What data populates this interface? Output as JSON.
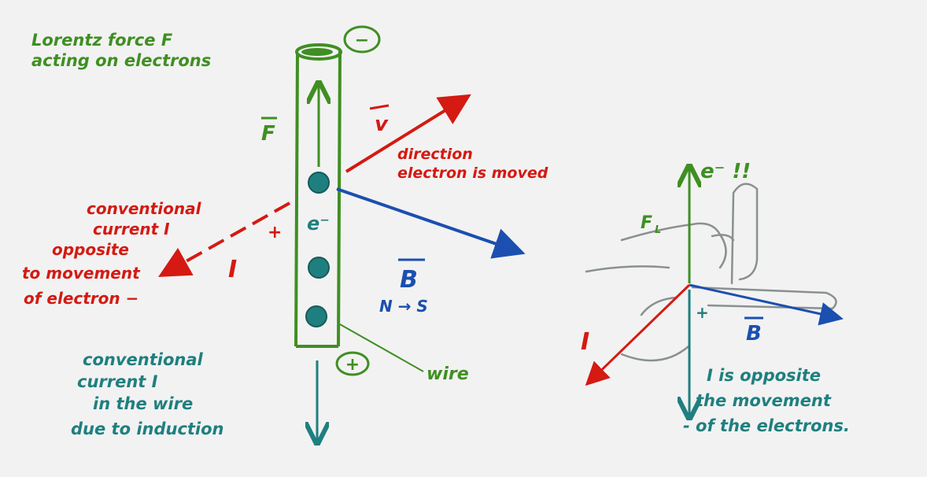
{
  "colors": {
    "green": "#3f8f22",
    "red": "#d41a12",
    "blue": "#1b4fb0",
    "teal": "#1f7f7f",
    "background": "#f2f2f2"
  },
  "left": {
    "title_line1": "Lorentz force F",
    "title_line2": "acting on electrons",
    "minus_terminal": "−",
    "plus_terminal": "+",
    "force_label": "F",
    "velocity_label": "v",
    "velocity_note_line1": "direction",
    "velocity_note_line2": "electron is moved",
    "electron_label": "e⁻",
    "current_note": [
      "conventional",
      "current I",
      "opposite",
      "to movement",
      "of electron −"
    ],
    "plus_sign": "+",
    "current_label": "I",
    "field_label": "B",
    "field_direction": "N → S",
    "wire_label": "wire",
    "induction_note": [
      "conventional",
      "current I",
      "in the wire",
      "due to induction"
    ]
  },
  "right": {
    "electron_label": "e⁻ !!",
    "force_label": "F",
    "force_subscript": "L",
    "current_label": "I",
    "plus_sign": "+",
    "field_label": "B",
    "note": [
      "I is opposite",
      "the movement",
      "- of the electrons."
    ]
  }
}
